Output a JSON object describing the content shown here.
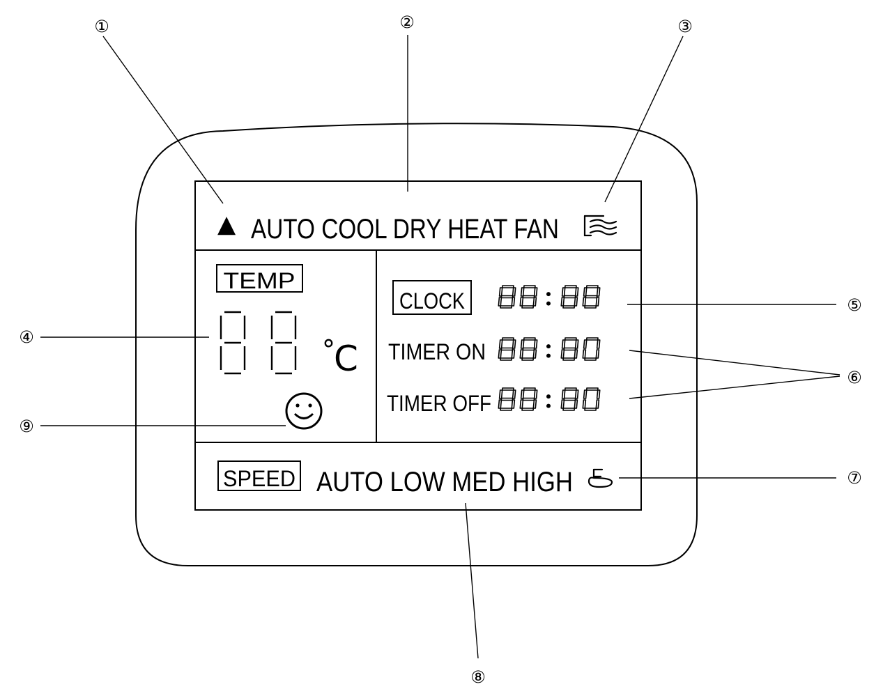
{
  "callouts": [
    {
      "num": "①"
    },
    {
      "num": "②"
    },
    {
      "num": "③"
    },
    {
      "num": "④"
    },
    {
      "num": "⑤"
    },
    {
      "num": "⑥"
    },
    {
      "num": "⑦"
    },
    {
      "num": "⑧"
    },
    {
      "num": "⑨"
    }
  ],
  "mode_row": {
    "indicator_symbol": "▲",
    "modes": "AUTO COOL DRY HEAT FAN",
    "swing_icon": "swing-louver-icon"
  },
  "temp": {
    "label": "TEMP",
    "unit_degree": "°",
    "unit_c": "C",
    "comfort_icon": "smiley-icon"
  },
  "clock": {
    "label": "CLOCK",
    "digits": "88:88"
  },
  "timer_on": {
    "label": "TIMER ON",
    "digits": "88:80"
  },
  "timer_off": {
    "label": "TIMER OFF",
    "digits": "88:80"
  },
  "speed": {
    "label": "SPEED",
    "options": "AUTO LOW MED HIGH",
    "fan_icon": "fan-speed-icon"
  },
  "colors": {
    "ink": "#000000",
    "background": "#ffffff"
  }
}
